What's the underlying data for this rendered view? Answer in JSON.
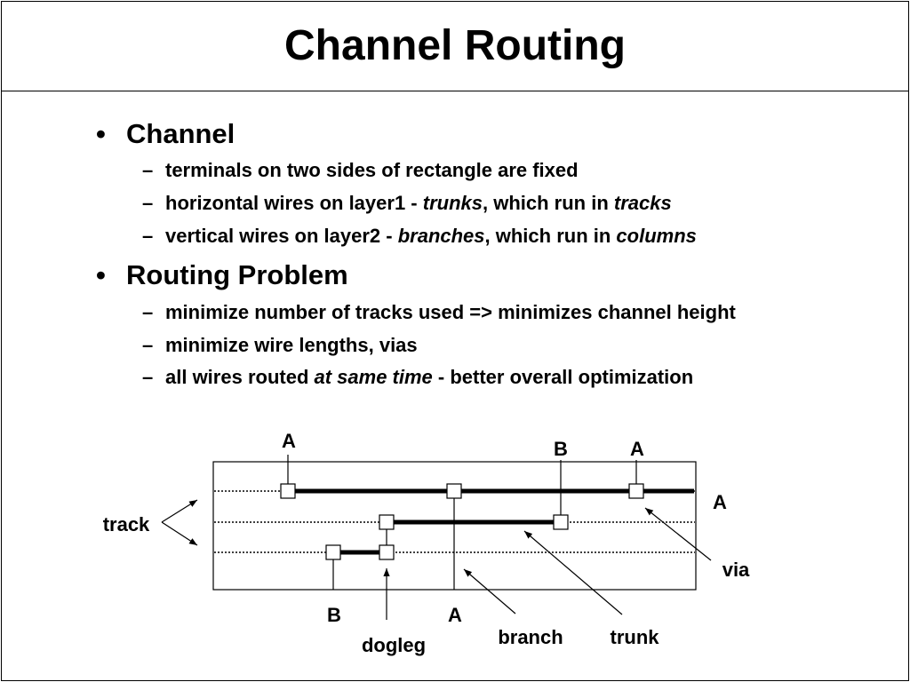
{
  "slide": {
    "title": "Channel Routing"
  },
  "markers": {
    "bullet": "•",
    "sub": "–"
  },
  "bullets": [
    {
      "label": "Channel",
      "items": [
        {
          "segments": [
            "terminals on two sides of rectangle are fixed"
          ]
        },
        {
          "segments": [
            "horizontal wires on layer1 - ",
            "trunks",
            ", which run in ",
            "tracks"
          ]
        },
        {
          "segments": [
            "vertical wires on layer2 - ",
            "branches",
            ", which run in ",
            "columns"
          ]
        }
      ]
    },
    {
      "label": "Routing Problem",
      "items": [
        {
          "segments": [
            "minimize number of tracks used => minimizes channel height"
          ]
        },
        {
          "segments": [
            "minimize wire lengths, vias"
          ]
        },
        {
          "segments": [
            "all wires routed ",
            "at same time",
            " - better overall optimization"
          ]
        }
      ]
    }
  ],
  "diagram": {
    "top_terminals": [
      "A",
      "B",
      "A"
    ],
    "right_terminal": "A",
    "bottom_terminals": [
      "B",
      "A"
    ],
    "labels": {
      "track": "track",
      "via": "via",
      "dogleg": "dogleg",
      "branch": "branch",
      "trunk": "trunk"
    }
  }
}
